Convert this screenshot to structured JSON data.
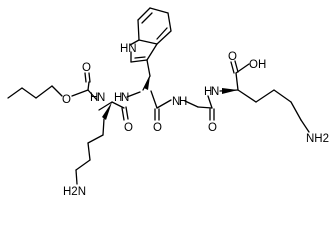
{
  "molecule": {
    "atom_labels": {
      "indole_nh": "HN",
      "carbamate_o_carbonyl": "O",
      "carbamate_o_ester": "O",
      "lys1_nh": "N",
      "lys1_nh_h": "H",
      "trp_nh": "N",
      "trp_nh_h": "H",
      "gly_nh": "N",
      "gly_nh_h": "H",
      "lys2_nh": "N",
      "lys2_nh_h": "H",
      "lys1_co_o": "O",
      "trp_co_o": "O",
      "gly_co_o": "O",
      "cooh_o": "O",
      "cooh_oh": "OH",
      "lys1_amine": "H2N",
      "lys2_amine": "NH2"
    }
  }
}
